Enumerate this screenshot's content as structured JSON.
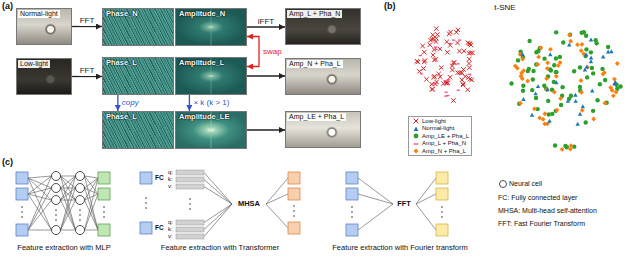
{
  "diagram": {
    "nodes": [
      {
        "text": [
          "Normal-light"
        ]
      },
      {
        "text": [
          "Phase_N"
        ]
      },
      {
        "text": [
          "Amplitude_N"
        ]
      },
      {
        "text": [
          "Amp_L + Pha_N"
        ]
      },
      {
        "text": [
          "Low-light"
        ]
      },
      {
        "text": [
          "Phase_L"
        ]
      },
      {
        "text": [
          "Amplitude_L"
        ]
      },
      {
        "text": [
          "Amp_N + Pha_L"
        ]
      },
      {
        "text": [
          "Phase_L"
        ]
      },
      {
        "text": [
          "Amplitude_LE"
        ]
      },
      {
        "text": [
          "Amp_LE + Pha_L"
        ]
      }
    ],
    "edges": [
      {
        "from": 0,
        "to": 1,
        "label": "FFT",
        "arrow": "to"
      },
      {
        "from": 4,
        "to": 5,
        "label": "FFT",
        "arrow": "to"
      },
      {
        "from": 2,
        "to": 3,
        "label": "iFFT",
        "arrow": "to"
      },
      {
        "from": 2,
        "to": 6,
        "label": "swap",
        "arrow": "both"
      },
      {
        "from": 6,
        "to": 7,
        "arrow": "to"
      },
      {
        "from": 5,
        "to": 8,
        "label": "copy",
        "arrow": "to"
      },
      {
        "from": 6,
        "to": 9,
        "label": "× k (k > 1)",
        "arrow": "to"
      },
      {
        "from": 9,
        "to": 10,
        "arrow": "to"
      }
    ],
    "labels": [
      "(a)",
      "(b)",
      "(c)",
      "t-SNE",
      "Feature extraction with MLP",
      "Feature extraction with Transformer",
      "Feature extraction with Fourier transform",
      "FC",
      "q:",
      "k:",
      "v:",
      "FC",
      "q:",
      "k:",
      "v:",
      "MHSA",
      "FFT",
      "FC: Fully connected layer",
      "MHSA: Multi-head self-attention",
      "FFT: Fast Fourier Transform"
    ],
    "legend": [
      {
        "text": "Low-light"
      },
      {
        "text": "Normal-light"
      },
      {
        "text": "Amp_LE + Pha_L"
      },
      {
        "text": "Amp_L + Pha_N"
      },
      {
        "text": "Amp_N + Pha_L"
      },
      {
        "text": "Neural cell"
      }
    ]
  }
}
